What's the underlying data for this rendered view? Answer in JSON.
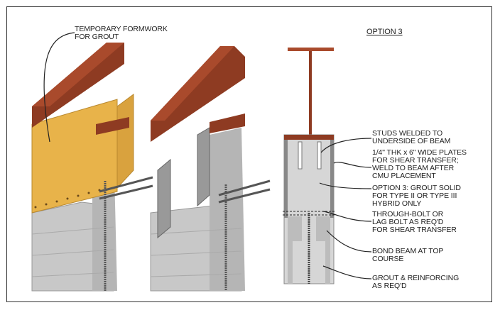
{
  "labels": {
    "formwork": [
      "TEMPORARY FORMWORK",
      "FOR GROUT"
    ],
    "option_title": "OPTION 3",
    "studs": [
      "STUDS WELDED TO",
      "UNDERSIDE OF BEAM"
    ],
    "plates": [
      "1/4\" THK x 6\" WIDE PLATES",
      "FOR SHEAR TRANSFER;",
      "WELD TO BEAM AFTER",
      "CMU PLACEMENT"
    ],
    "grout_solid": [
      "OPTION 3: GROUT SOLID",
      "FOR TYPE II OR TYPE III",
      "HYBRID ONLY"
    ],
    "bolt": [
      "THROUGH-BOLT OR",
      "LAG BOLT AS REQ'D",
      "FOR SHEAR TRANSFER"
    ],
    "bond_beam": [
      "BOND BEAM AT TOP",
      "COURSE"
    ],
    "grout_reinf": [
      "GROUT & REINFORCING",
      "AS REQ'D"
    ]
  },
  "colors": {
    "steel": "#8e3b22",
    "steel_top": "#a94a2c",
    "plywood": "#e8b34a",
    "cmu": "#cfcfcf",
    "cmu_dark": "#a9a9a9"
  }
}
